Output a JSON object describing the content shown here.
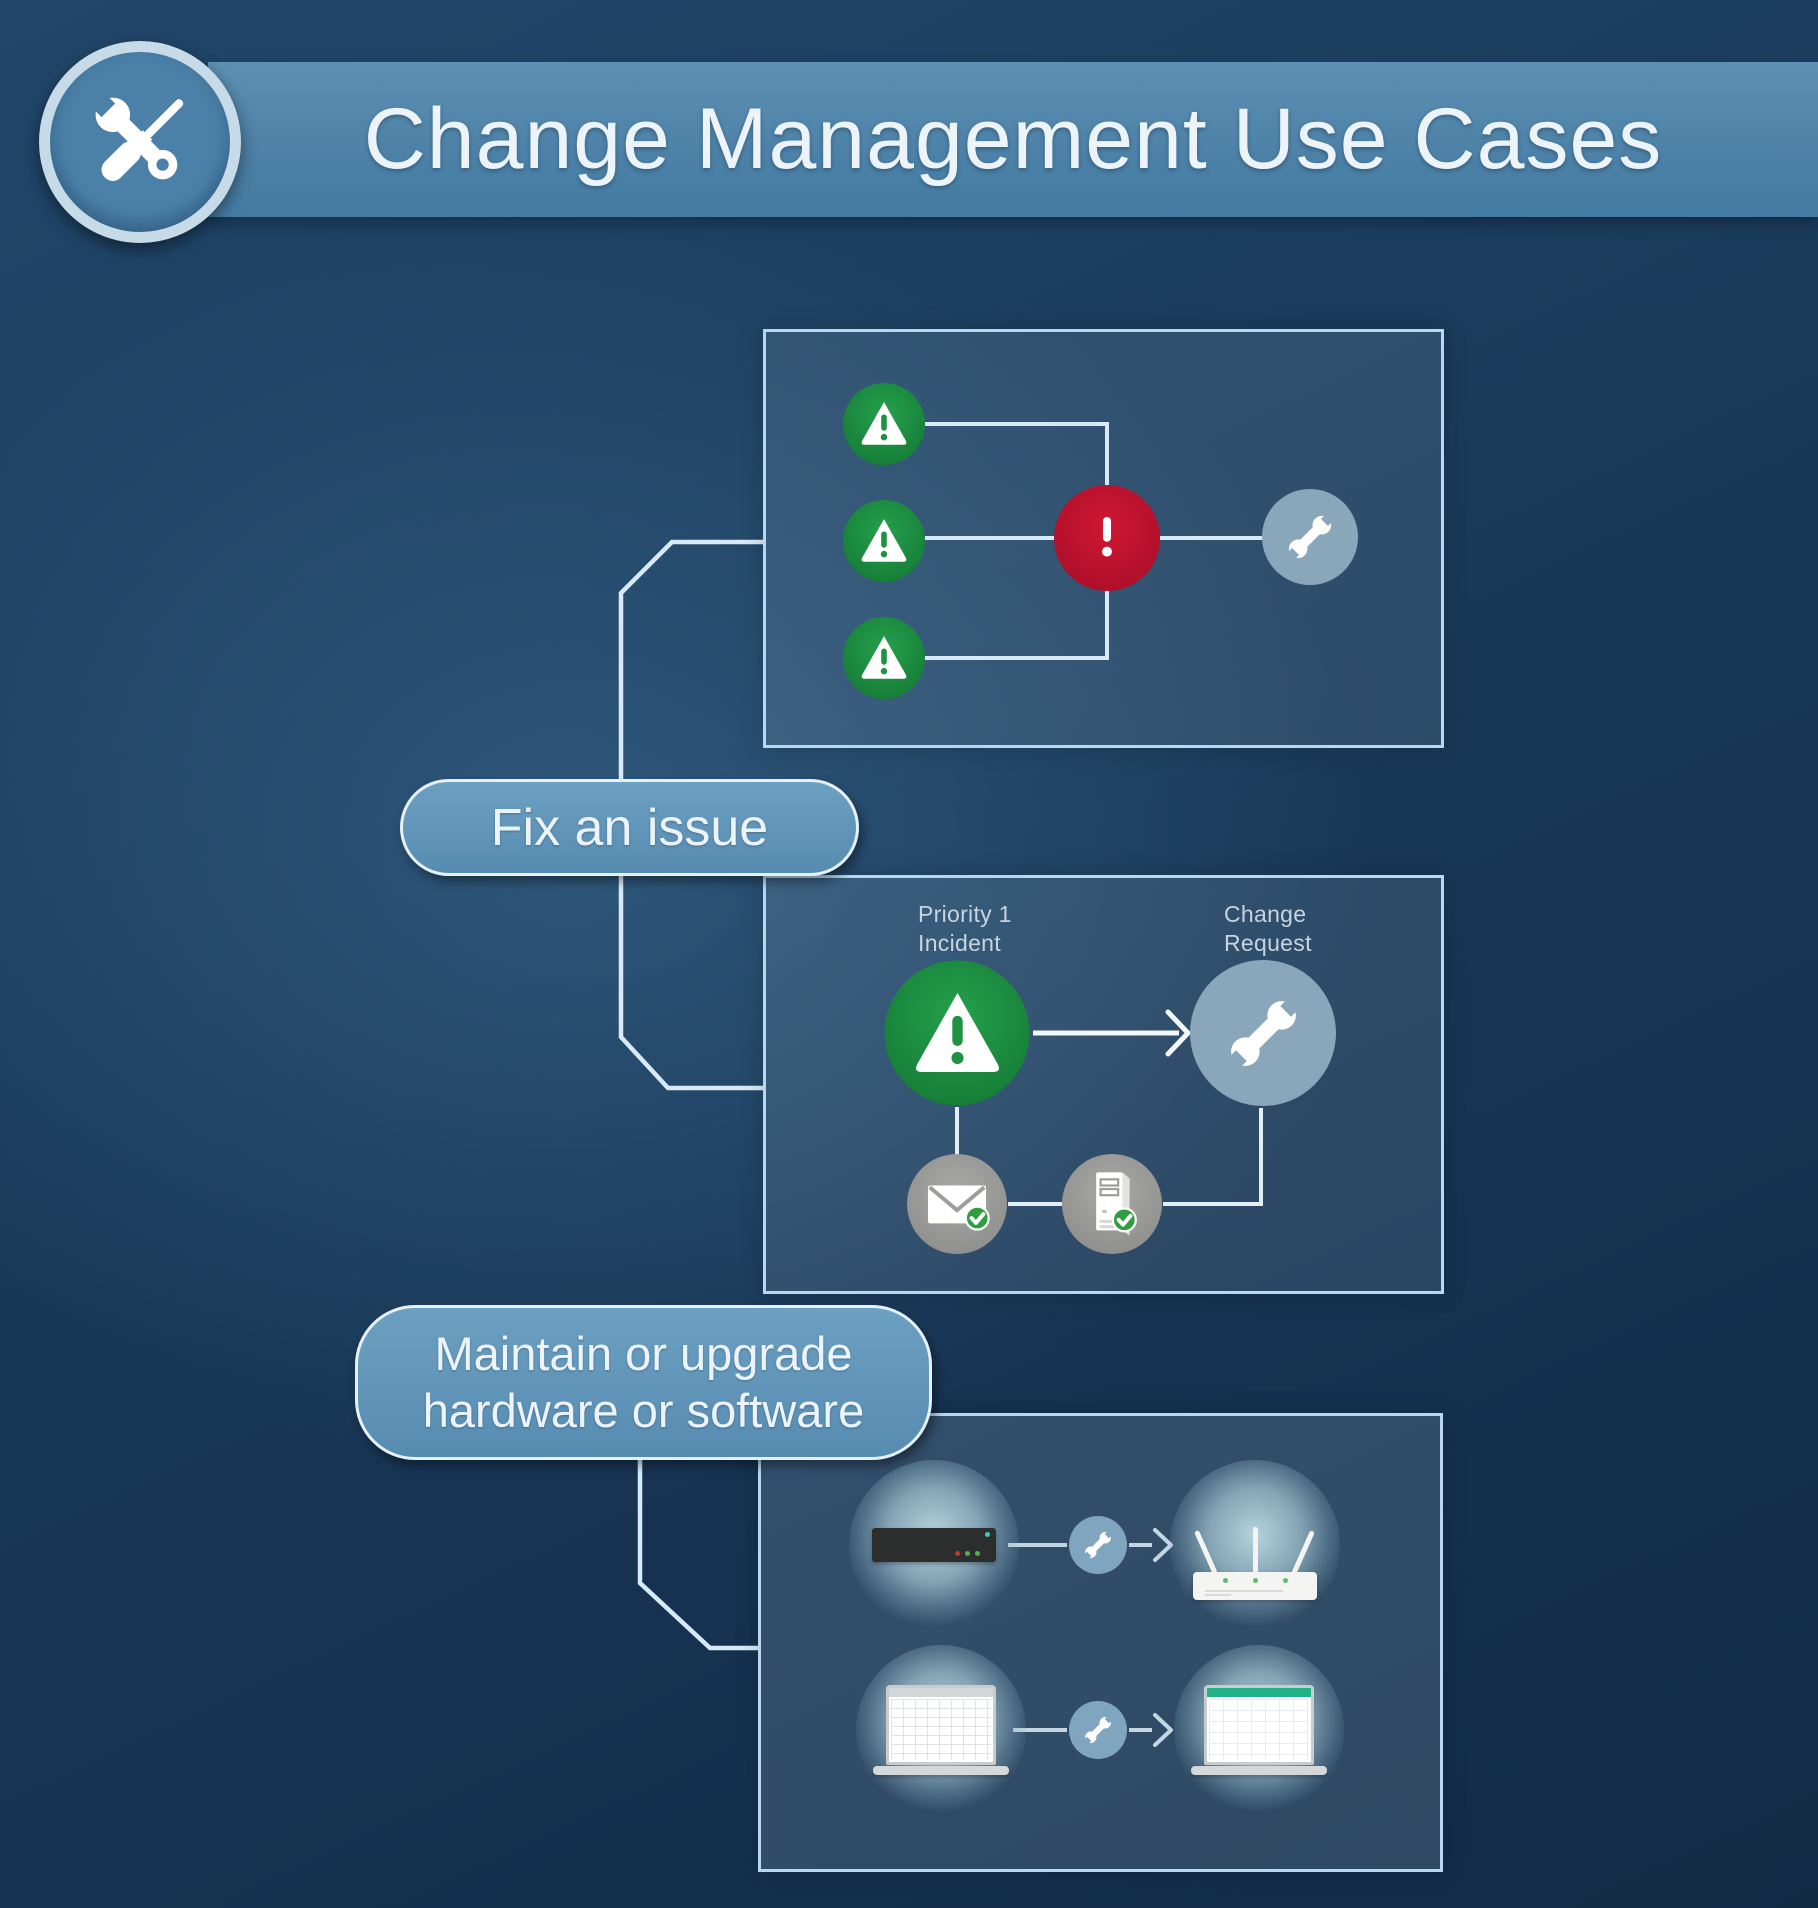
{
  "header": {
    "title": "Change Management Use Cases",
    "icon": "wrench-screwdriver-tools"
  },
  "use_case_fix": {
    "pill_label": "Fix an issue",
    "incident_label": {
      "line1": "Priority 1",
      "line2": "Incident"
    },
    "request_label": {
      "line1": "Change",
      "line2": "Request"
    }
  },
  "use_case_maintain": {
    "pill_label": {
      "line1": "Maintain or upgrade",
      "line2": "hardware or software"
    }
  },
  "icons": {
    "header_badge": "tools-icon",
    "alerts": "warning-triangle-icon",
    "critical_incident": "exclamation-icon",
    "change_request": "wrench-icon",
    "email_approved": "envelope-check-icon",
    "system_approved": "computer-check-icon",
    "hardware_old": "server-icon",
    "hardware_new": "router-icon",
    "software_old": "laptop-spreadsheet-icon",
    "software_new": "laptop-upgraded-icon"
  },
  "colors": {
    "bg-deep": "#122b45",
    "banner": "#4e82a8",
    "banner-edge": "#5d90b3",
    "panel-border": "#b7d8ee",
    "panel-fill": "rgba(198,224,241,0.12)",
    "pill-border": "#e6f0f7",
    "line": "#d8eaf7",
    "green": "#1f9343",
    "red": "#c5112f",
    "steel": "#8aa6bb",
    "steel-small": "#7fa5bf",
    "gray": "#9d9d9b",
    "check-green": "#2f9e41",
    "text-light": "#ecf4fa",
    "label-text": "#c6d4e0",
    "badge-inner": "#4b80a8",
    "badge-ring": "#c7dae7"
  }
}
